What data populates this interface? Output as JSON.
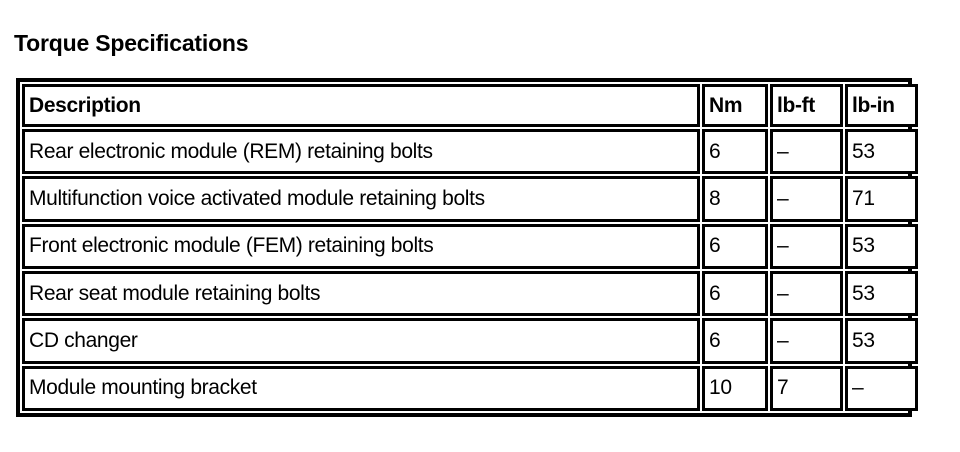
{
  "page": {
    "title": "Torque Specifications",
    "background_color": "#ffffff",
    "text_color": "#000000"
  },
  "table": {
    "name": "torque-specifications-table",
    "columns": [
      "Description",
      "Nm",
      "lb-ft",
      "lb-in"
    ],
    "rows": [
      {
        "description": "Rear electronic module (REM) retaining bolts",
        "nm": "6",
        "lb_ft": "–",
        "lb_in": "53"
      },
      {
        "description": "Multifunction voice activated module retaining bolts",
        "nm": "8",
        "lb_ft": "–",
        "lb_in": "71"
      },
      {
        "description": "Front electronic module (FEM) retaining bolts",
        "nm": "6",
        "lb_ft": "–",
        "lb_in": "53"
      },
      {
        "description": "Rear seat module retaining bolts",
        "nm": "6",
        "lb_ft": "–",
        "lb_in": "53"
      },
      {
        "description": "CD changer",
        "nm": "6",
        "lb_ft": "–",
        "lb_in": "53"
      },
      {
        "description": "Module mounting bracket",
        "nm": "10",
        "lb_ft": "7",
        "lb_in": "–"
      }
    ]
  }
}
